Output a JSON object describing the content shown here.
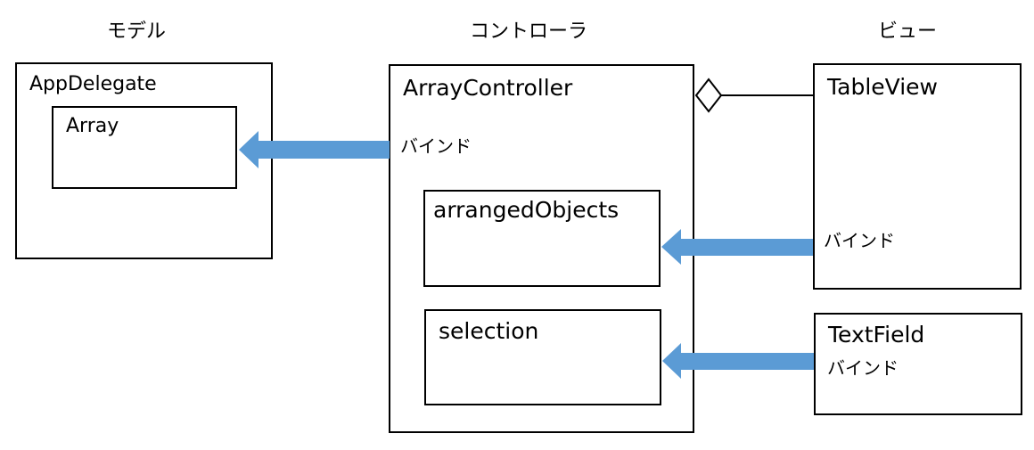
{
  "columns": {
    "model": "モデル",
    "controller": "コントローラ",
    "view": "ビュー"
  },
  "boxes": {
    "app_delegate": "AppDelegate",
    "array": "Array",
    "array_controller": "ArrayController",
    "arranged_objects": "arrangedObjects",
    "selection": "selection",
    "table_view": "TableView",
    "text_field": "TextField"
  },
  "bindings": {
    "controller_to_array": "バインド",
    "tableview_to_arranged": "バインド",
    "textfield_to_selection": "バインド"
  },
  "colors": {
    "arrow": "#5b9bd5",
    "border": "#000000"
  }
}
